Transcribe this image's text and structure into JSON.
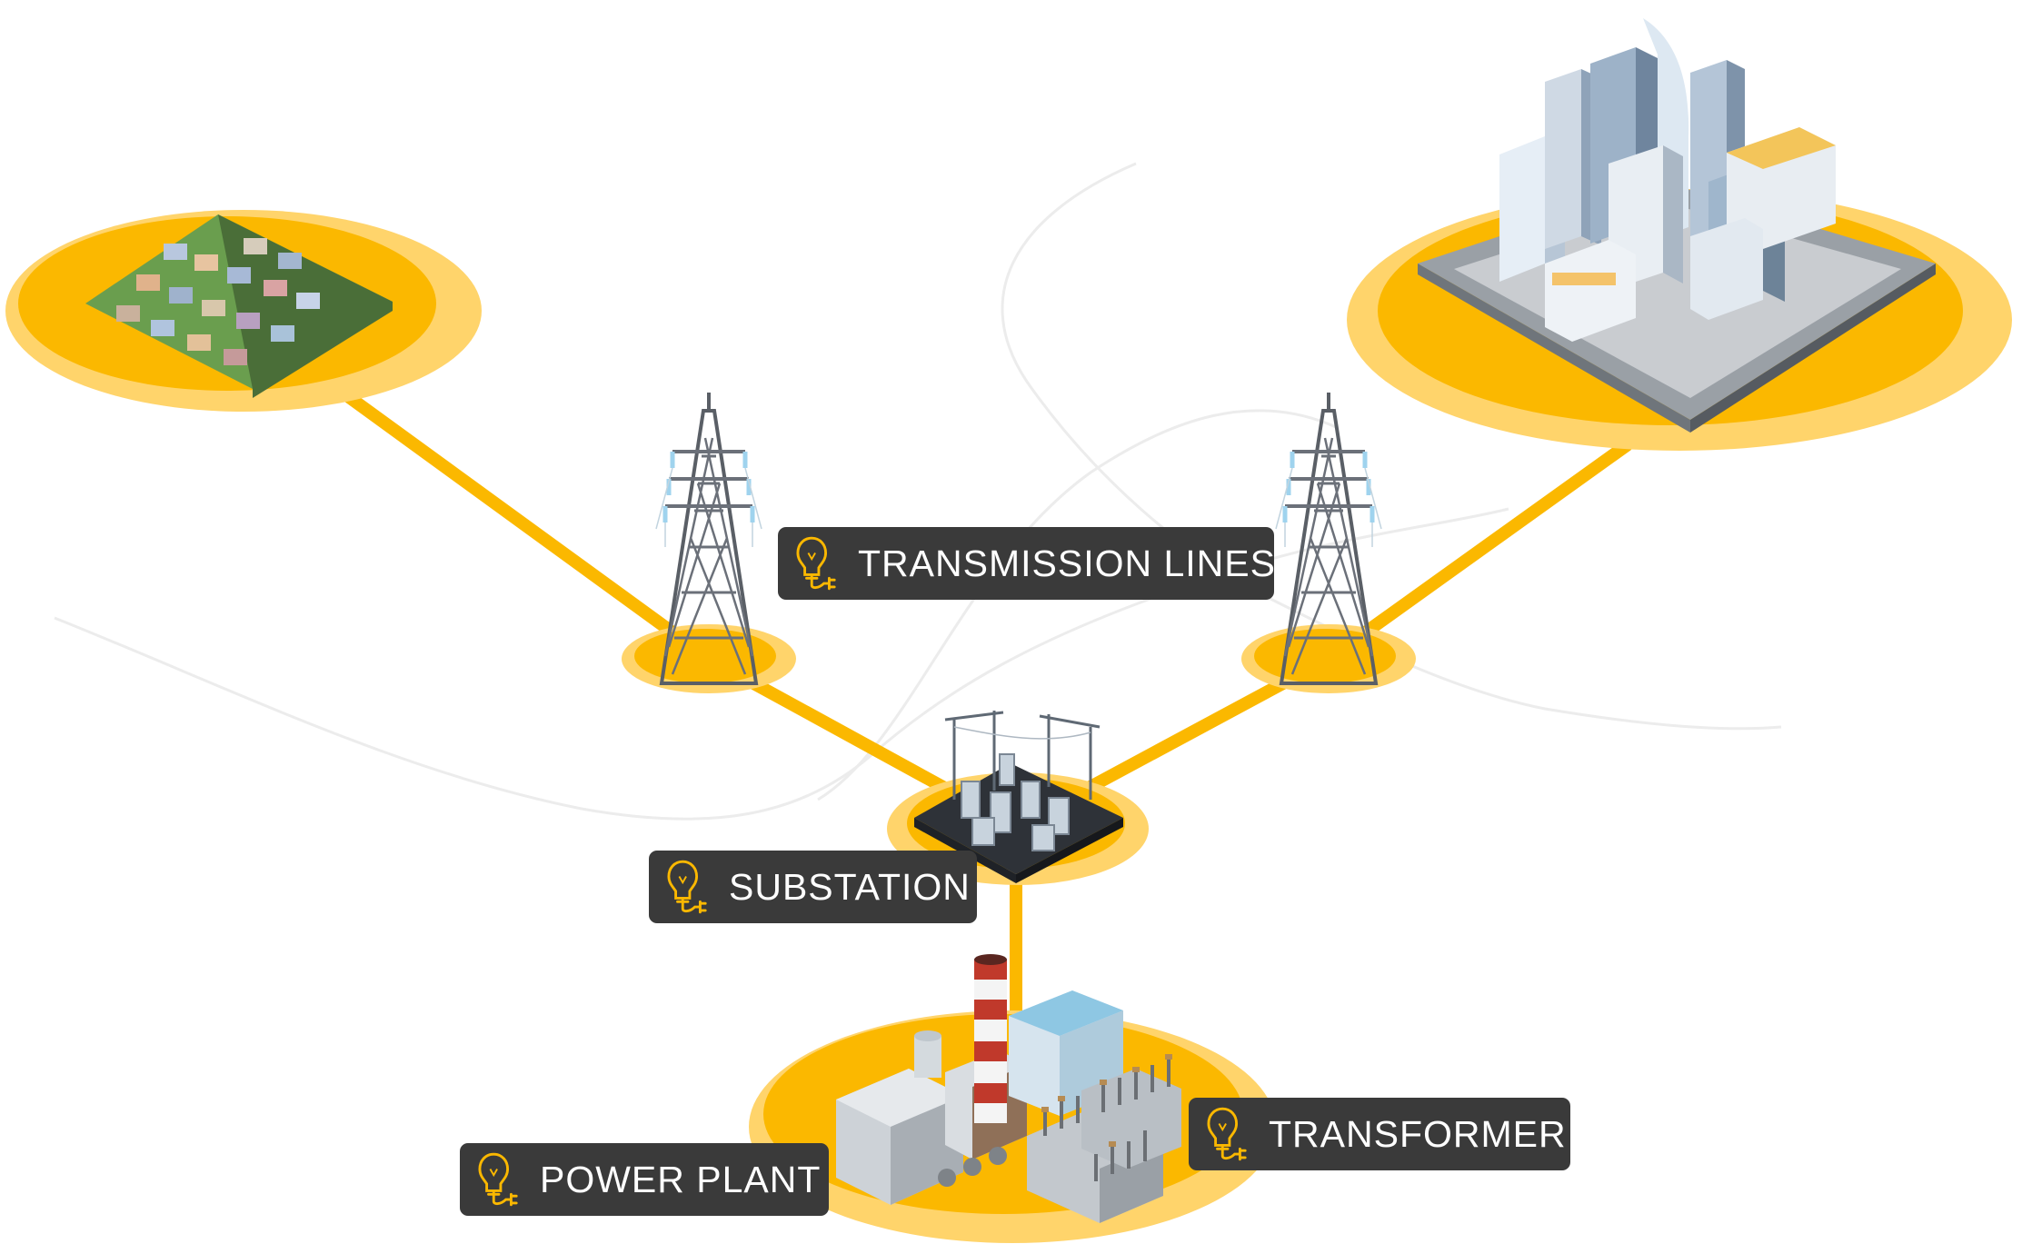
{
  "diagram": {
    "labels": {
      "transmission_lines": "TRANSMISSION LINES",
      "substation": "SUBSTATION",
      "power_plant": "POWER PLANT",
      "transformer": "TRANSFORMER"
    },
    "icon": "lightbulb-plug-icon",
    "colors": {
      "accent": "#FBB800",
      "accent_light": "#FFD46B",
      "label_bg": "#3A3A3A",
      "label_text": "#FFFFFF",
      "background_lines": "#EBEBEB"
    }
  }
}
